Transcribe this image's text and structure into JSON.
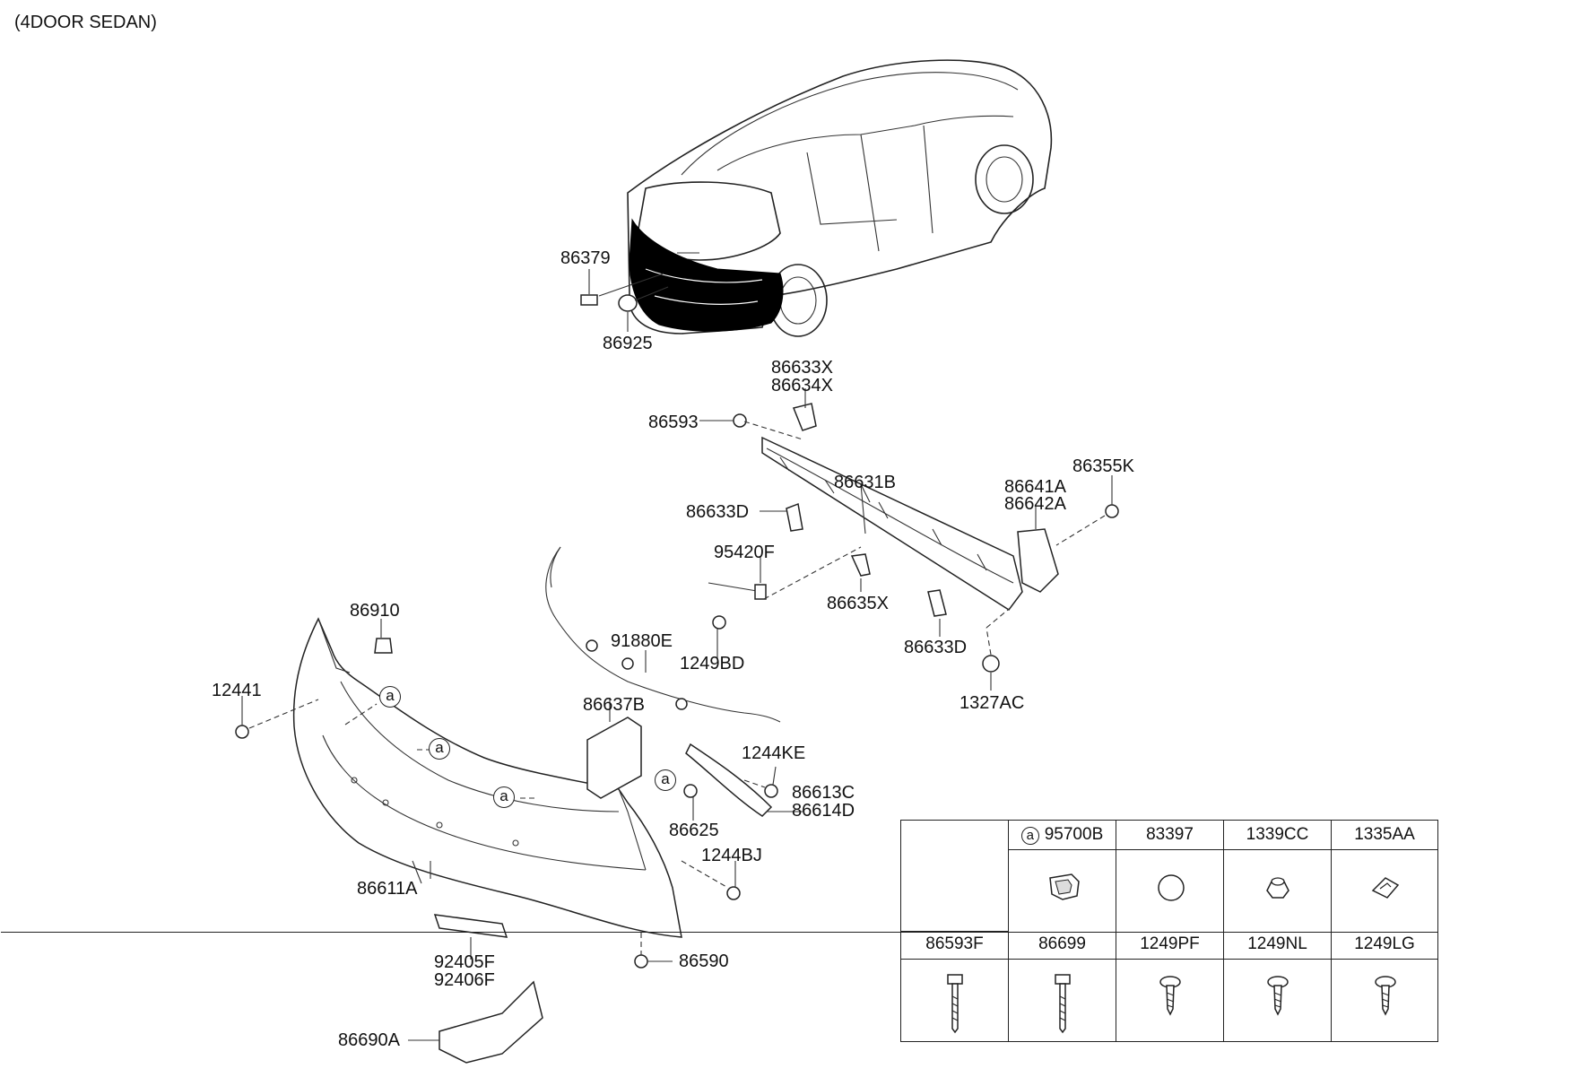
{
  "title": "(4DOOR SEDAN)",
  "labels": {
    "p86379": "86379",
    "p86925": "86925",
    "p86633X": "86633X",
    "p86634X": "86634X",
    "p86593": "86593",
    "p86631B": "86631B",
    "p86641A": "86641A",
    "p86642A": "86642A",
    "p86355K": "86355K",
    "p86633D_a": "86633D",
    "p95420F": "95420F",
    "p86635X": "86635X",
    "p86633D_b": "86633D",
    "p1327AC": "1327AC",
    "p86910": "86910",
    "p91880E": "91880E",
    "p1249BD": "1249BD",
    "p12441": "12441",
    "p86637B": "86637B",
    "p1244KE": "1244KE",
    "p86613C": "86613C",
    "p86614D": "86614D",
    "p86625": "86625",
    "p1244BJ": "1244BJ",
    "p86611A": "86611A",
    "p92405F": "92405F",
    "p92406F": "92406F",
    "p86590": "86590",
    "p86690A": "86690A"
  },
  "callout_letter": "a",
  "table": {
    "row1": [
      "95700B",
      "83397",
      "1339CC",
      "1335AA"
    ],
    "row2": [
      "86593F",
      "86699",
      "1249PF",
      "1249NL",
      "1249LG"
    ]
  }
}
